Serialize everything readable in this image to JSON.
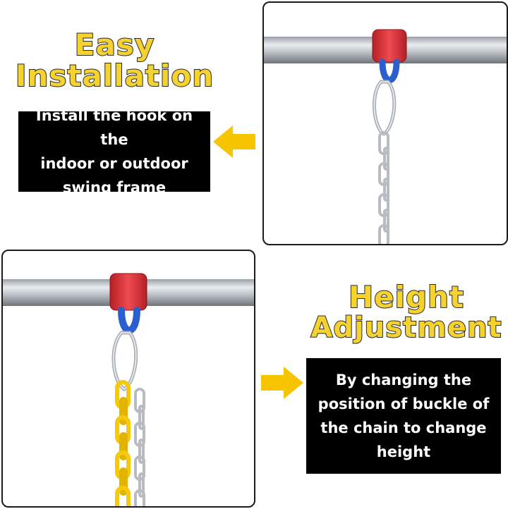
{
  "section1": {
    "title_line1": "Easy",
    "title_line2": "Installation",
    "caption": [
      "Install the hook on the",
      "indoor or outdoor",
      "swing frame"
    ]
  },
  "section2": {
    "title_line1": "Height",
    "title_line2": "Adjustment",
    "caption": [
      "By changing the",
      "position of buckle of",
      "the chain to change",
      "height"
    ]
  },
  "colors": {
    "title_fill": "#f5d22e",
    "title_outline": "#2a2a2a",
    "arrow": "#f7c400",
    "caption_bg": "#000000",
    "hook_red": "#e0343a",
    "hook_blue": "#2a5fd0",
    "chain_yellow": "#f4c90e"
  },
  "icons": {
    "arrow_left": "arrow-left-icon",
    "arrow_right": "arrow-right-icon"
  }
}
